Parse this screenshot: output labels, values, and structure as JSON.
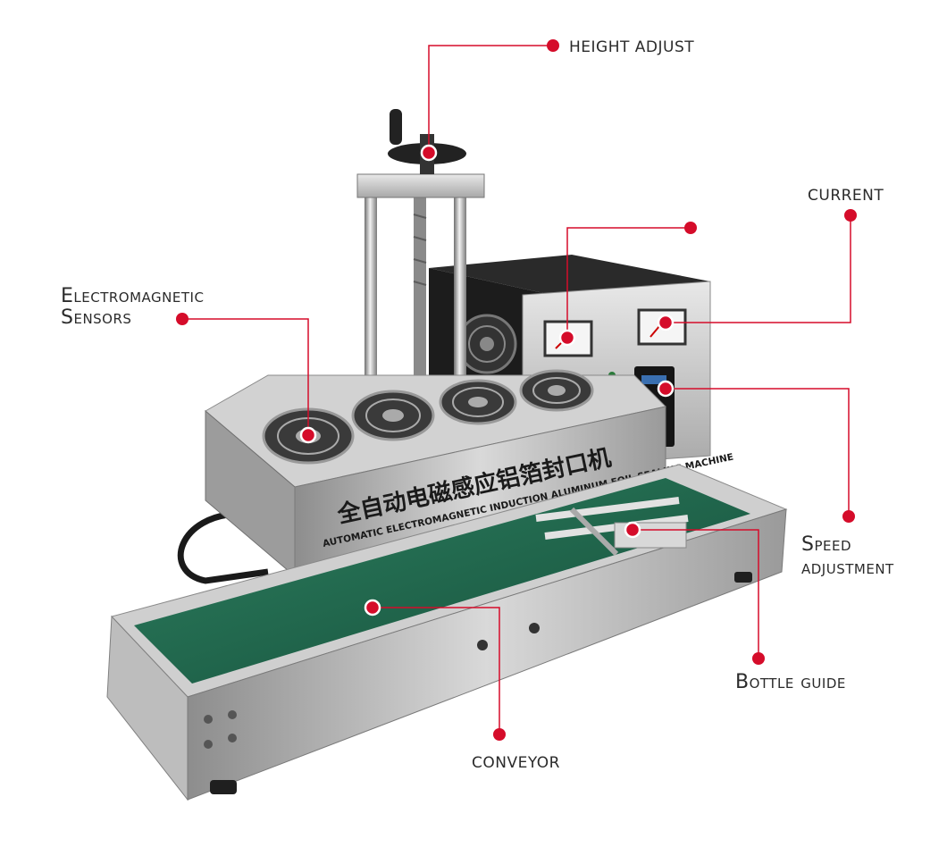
{
  "colors": {
    "accent": "#d50c2a",
    "steel_light": "#e6e6e6",
    "steel_mid": "#bfbfbf",
    "steel_dark": "#7d7d7d",
    "belt": "#1f6b4f",
    "housing_dark": "#1c1c1c"
  },
  "machine": {
    "panel_text_cn": "全自动电磁感应铝箔封口机",
    "panel_text_en": "AUTOMATIC ELECTROMAGNETIC INDUCTION ALUMINUM FOIL SEALING MACHINE"
  },
  "callouts": {
    "height_adjust": "HEIGHT ADJUST",
    "current": "CURRENT",
    "electromagnetic_line1": "Electromagnetic",
    "electromagnetic_line2": "Sensors",
    "speed_line1": "Speed",
    "speed_line2": "adjustment",
    "bottle_guide": "Bottle guide",
    "conveyor": "CONVEYOR"
  }
}
